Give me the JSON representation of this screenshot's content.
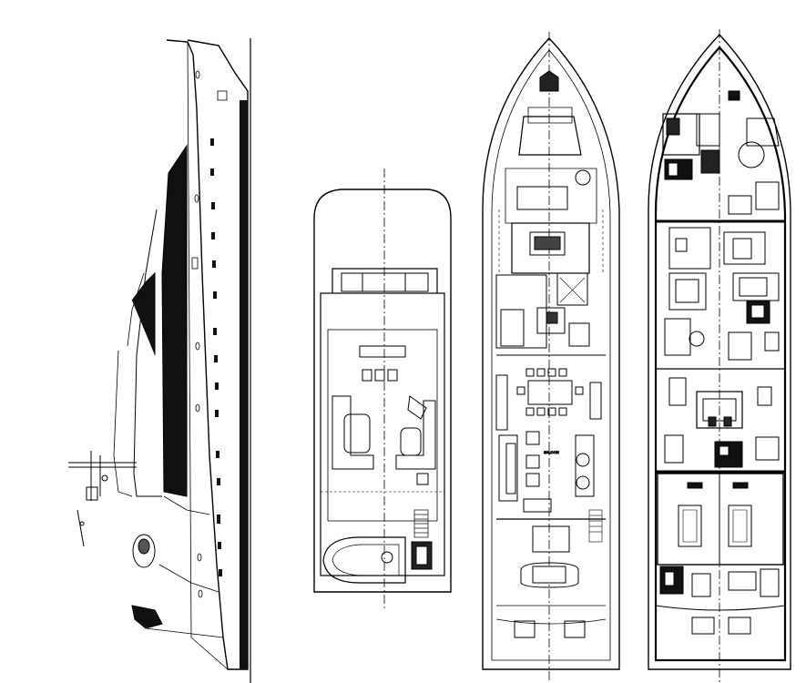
{
  "drawing": {
    "views": [
      {
        "id": "profile",
        "name": "side-profile"
      },
      {
        "id": "flybridge",
        "name": "flybridge-deck-plan"
      },
      {
        "id": "main",
        "name": "main-deck-plan"
      },
      {
        "id": "lower",
        "name": "lower-deck-plan"
      }
    ],
    "colors": {
      "line": "#000000",
      "fill_dark": "#111111",
      "background": "#ffffff"
    }
  }
}
